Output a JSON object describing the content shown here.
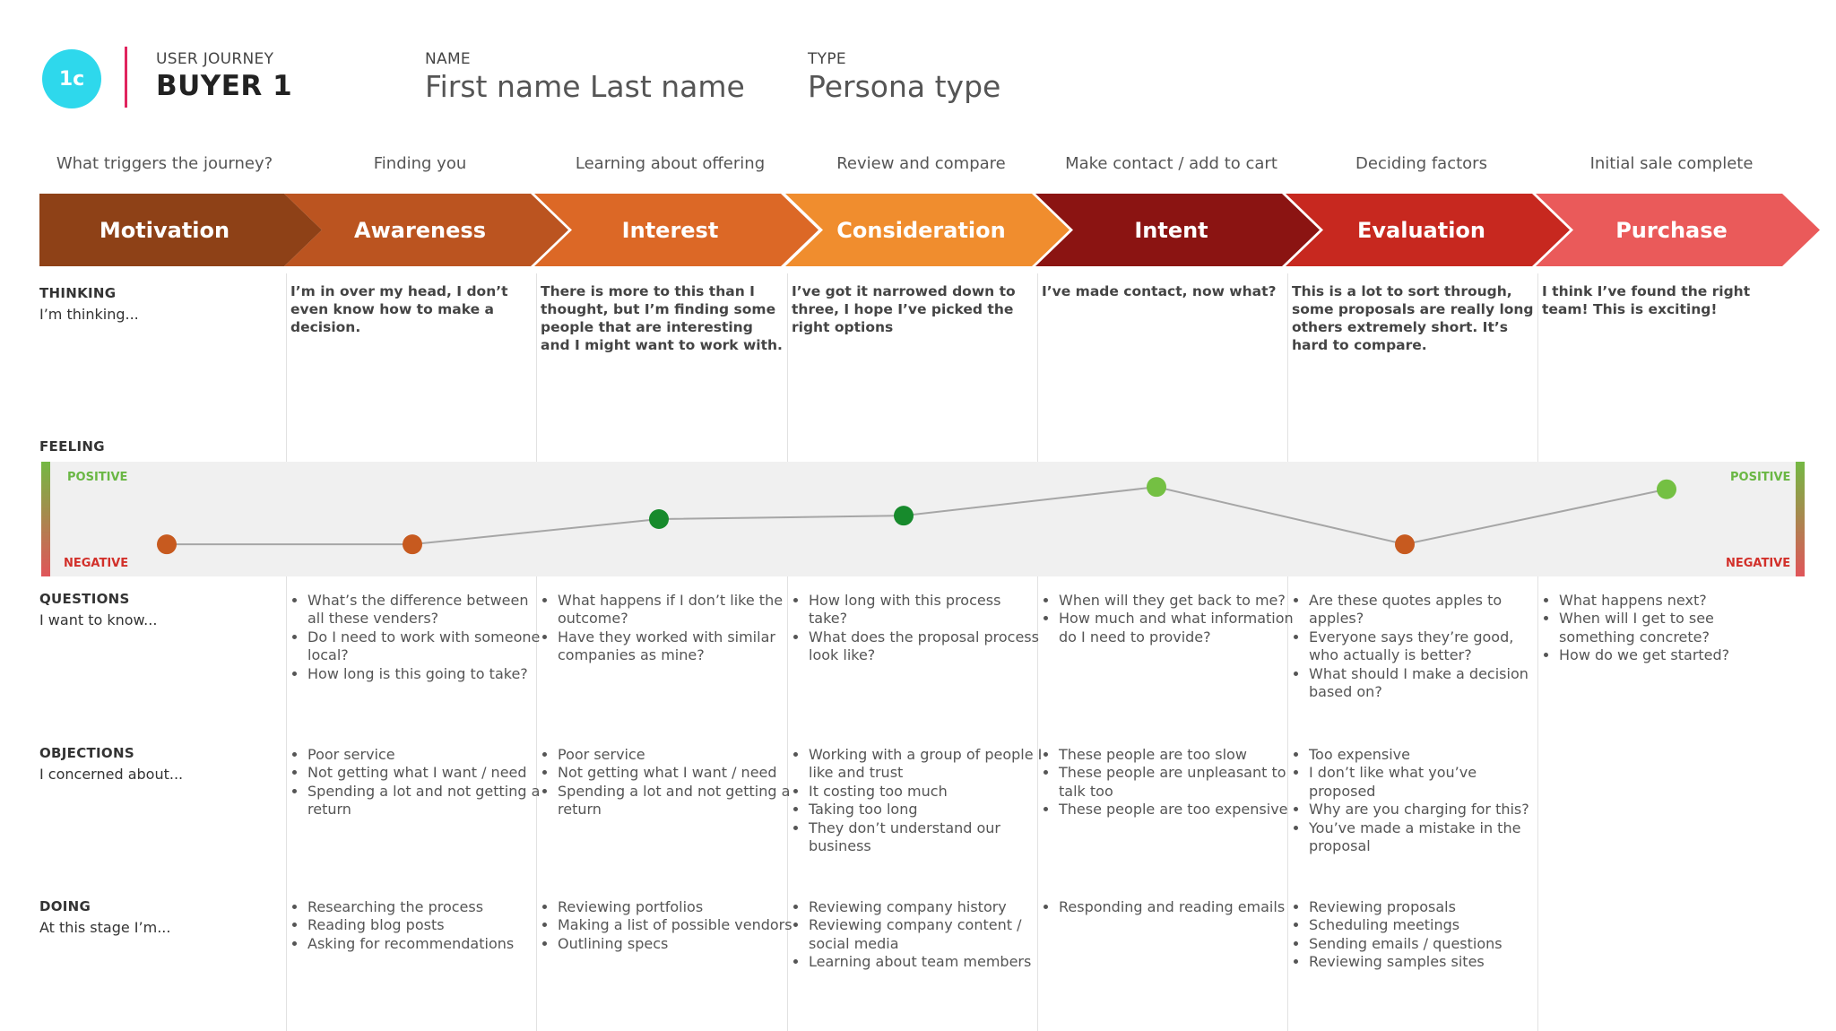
{
  "header": {
    "badge": "1c",
    "journey_label": "USER JOURNEY",
    "journey_title": "BUYER 1",
    "name_label": "NAME",
    "name_value": "First name Last name",
    "type_label": "TYPE",
    "type_value": "Persona type"
  },
  "stages": [
    {
      "trigger": "What triggers the journey?",
      "label": "Motivation",
      "color": "#8e4117",
      "thinking": "",
      "questions": [],
      "objections": [],
      "doing": []
    },
    {
      "trigger": "Finding you",
      "label": "Awareness",
      "color": "#bb5420",
      "thinking": "I’m in over my head, I don’t even know how to make a decision.",
      "questions": [
        "What’s the difference between all these venders?",
        "Do I need to work with someone local?",
        "How long is this going to take?"
      ],
      "objections": [
        "Poor service",
        "Not getting what I want / need",
        "Spending a lot and not getting a return"
      ],
      "doing": [
        "Researching the process",
        "Reading blog posts",
        "Asking for recommendations"
      ]
    },
    {
      "trigger": "Learning about offering",
      "label": "Interest",
      "color": "#dc6826",
      "thinking": "There is more to this than I thought, but I’m finding some people that are interesting and I might want to work with.",
      "questions": [
        "What happens if I don’t like the outcome?",
        "Have they worked with similar companies as mine?"
      ],
      "objections": [
        "Poor service",
        "Not getting what I want / need",
        "Spending a lot and not getting a return"
      ],
      "doing": [
        "Reviewing portfolios",
        "Making a list of possible vendors",
        "Outlining specs"
      ]
    },
    {
      "trigger": "Review and compare",
      "label": "Consideration",
      "color": "#f08d2e",
      "thinking": "I’ve got it narrowed down to three, I hope I’ve picked the right options",
      "questions": [
        "How long with this process take?",
        "What does the proposal process look like?"
      ],
      "objections": [
        "Working with a group of people I like and trust",
        "It costing too much",
        "Taking too long",
        "They don’t understand our business"
      ],
      "doing": [
        "Reviewing company history",
        "Reviewing company content / social media",
        "Learning about team members"
      ]
    },
    {
      "trigger": "Make contact / add to cart",
      "label": "Intent",
      "color": "#8b1412",
      "thinking": "I’ve made contact, now what?",
      "questions": [
        "When will they get back to me?",
        "How much and what information do I need to provide?"
      ],
      "objections": [
        "These people are too slow",
        "These people are unpleasant to talk too",
        "These people are too expensive"
      ],
      "doing": [
        "Responding and reading emails"
      ]
    },
    {
      "trigger": "Deciding factors",
      "label": "Evaluation",
      "color": "#c7281f",
      "thinking": "This is a lot to sort through, some proposals are really long others extremely short. It’s hard to compare.",
      "questions": [
        "Are these quotes apples to apples?",
        "Everyone says they’re good, who actually is better?",
        "What should I make a decision based on?"
      ],
      "objections": [
        "Too expensive",
        "I don’t like what you’ve proposed",
        "Why are you charging for this?",
        "You’ve made a mistake in the proposal"
      ],
      "doing": [
        "Reviewing proposals",
        "Scheduling meetings",
        "Sending emails / questions",
        "Reviewing samples sites"
      ]
    },
    {
      "trigger": "Initial sale complete",
      "label": "Purchase",
      "color": "#ea5a5a",
      "thinking": "I think I’ve found the right team! This is exciting!",
      "questions": [
        "What happens next?",
        "When will I get to see something concrete?",
        "How do we get started?"
      ],
      "objections": [],
      "doing": []
    }
  ],
  "rows": {
    "thinking": {
      "title": "THINKING",
      "sub": "I’m thinking..."
    },
    "feeling": {
      "title": "FEELING",
      "positive": "POSITIVE",
      "negative": "NEGATIVE"
    },
    "questions": {
      "title": "QUESTIONS",
      "sub": "I want to know..."
    },
    "objections": {
      "title": "OBJECTIONS",
      "sub": "I concerned about..."
    },
    "doing": {
      "title": "DOING",
      "sub": "At this stage I’m..."
    }
  },
  "feeling_levels": [
    0.28,
    0.28,
    0.5,
    0.53,
    0.78,
    0.28,
    0.76
  ],
  "feeling_colors": [
    "#c75a1f",
    "#c75a1f",
    "#178a2c",
    "#178a2c",
    "#74c043",
    "#c75a1f",
    "#74c043"
  ]
}
